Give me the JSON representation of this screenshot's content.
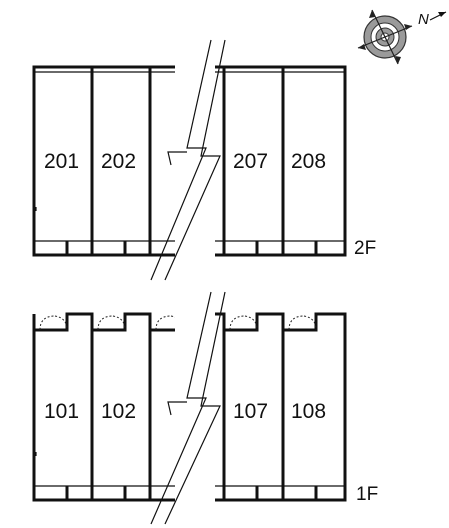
{
  "floors": [
    {
      "label": "2F",
      "units": [
        "201",
        "202",
        "207",
        "208"
      ]
    },
    {
      "label": "1F",
      "units": [
        "101",
        "102",
        "107",
        "108"
      ]
    }
  ],
  "compass": {
    "north_label": "N",
    "icon": "compass-rose-icon"
  },
  "colors": {
    "line": "#111111",
    "compass_fill": "#9a9a9a",
    "background": "#ffffff"
  }
}
